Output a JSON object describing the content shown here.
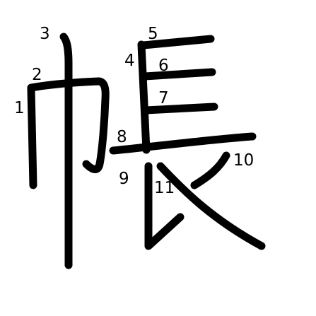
{
  "character": "帳",
  "stroke_numbers": [
    "1",
    "2",
    "3",
    "4",
    "5",
    "6",
    "7",
    "8",
    "9",
    "10",
    "11"
  ],
  "colors": {
    "stroke": "#000000",
    "background": "#ffffff"
  }
}
